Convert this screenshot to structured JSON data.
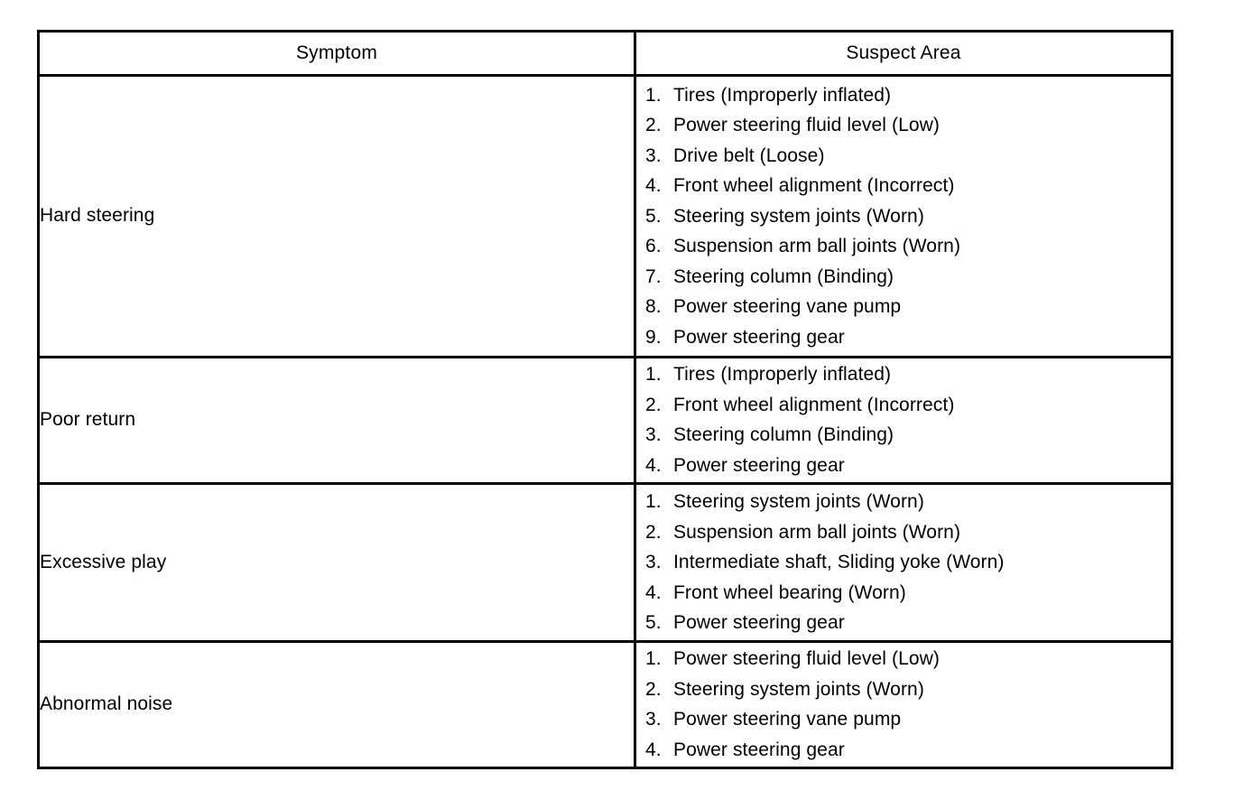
{
  "table": {
    "headers": {
      "symptom": "Symptom",
      "suspect_area": "Suspect Area"
    },
    "rows": [
      {
        "symptom": "Hard steering",
        "suspects": [
          {
            "num": "1.",
            "text": "Tires (Improperly inflated)"
          },
          {
            "num": "2.",
            "text": "Power steering fluid level (Low)"
          },
          {
            "num": "3.",
            "text": "Drive belt (Loose)"
          },
          {
            "num": "4.",
            "text": "Front wheel alignment (Incorrect)"
          },
          {
            "num": "5.",
            "text": "Steering system joints (Worn)"
          },
          {
            "num": "6.",
            "text": "Suspension arm ball joints (Worn)"
          },
          {
            "num": "7.",
            "text": "Steering column (Binding)"
          },
          {
            "num": "8.",
            "text": "Power steering vane pump"
          },
          {
            "num": "9.",
            "text": "Power steering gear"
          }
        ]
      },
      {
        "symptom": "Poor return",
        "suspects": [
          {
            "num": "1.",
            "text": "Tires (Improperly inflated)"
          },
          {
            "num": "2.",
            "text": "Front wheel alignment (Incorrect)"
          },
          {
            "num": "3.",
            "text": "Steering column (Binding)"
          },
          {
            "num": "4.",
            "text": "Power steering gear"
          }
        ]
      },
      {
        "symptom": "Excessive play",
        "suspects": [
          {
            "num": "1.",
            "text": "Steering system joints (Worn)"
          },
          {
            "num": "2.",
            "text": "Suspension arm ball joints (Worn)"
          },
          {
            "num": "3.",
            "text": "Intermediate shaft, Sliding yoke (Worn)"
          },
          {
            "num": "4.",
            "text": "Front wheel bearing (Worn)"
          },
          {
            "num": "5.",
            "text": "Power steering gear"
          }
        ]
      },
      {
        "symptom": "Abnormal noise",
        "suspects": [
          {
            "num": "1.",
            "text": "Power steering fluid level (Low)"
          },
          {
            "num": "2.",
            "text": "Steering system joints (Worn)"
          },
          {
            "num": "3.",
            "text": "Power steering vane pump"
          },
          {
            "num": "4.",
            "text": "Power steering gear"
          }
        ]
      }
    ]
  },
  "colors": {
    "border": "#000000",
    "text": "#000000",
    "background": "#ffffff"
  }
}
